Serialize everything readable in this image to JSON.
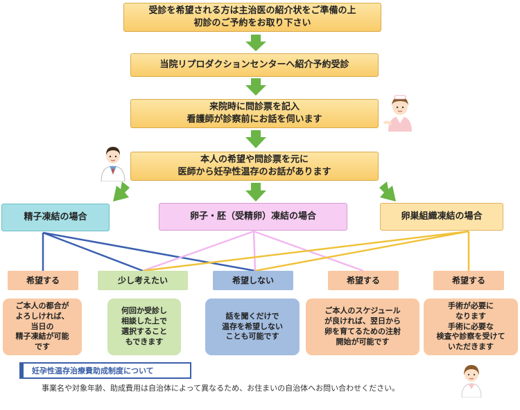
{
  "steps": [
    {
      "text": "受診を希望される方は主治医の紹介状をご準備の上\n初診のご予約をお取り下さい"
    },
    {
      "text": "当院リプロダクションセンターへ紹介予約受診"
    },
    {
      "text": "来院時に問診票を記入\n看護師が診察前にお話を伺います"
    },
    {
      "text": "本人の希望や問診票を元に\n医師から妊孕性温存のお話があります"
    }
  ],
  "categories": {
    "sperm": "精子凍結の場合",
    "egg": "卵子・胚（受精卵）凍結の場合",
    "ovary": "卵巣組織凍結の場合"
  },
  "options": [
    {
      "label": "希望する",
      "desc": "ご本人の都合が\nよろしければ、\n当日の\n精子凍結が可能\nです"
    },
    {
      "label": "少し考えたい",
      "desc": "何回か受診し\n相談した上で\n選択すること\nもできます"
    },
    {
      "label": "希望しない",
      "desc": "話を聞くだけで\n温存を希望しない\nことも可能です"
    },
    {
      "label": "希望する",
      "desc": "ご本人のスケジュール\nが良ければ、翌日から\n卵を育てるための注射\n開始が可能です"
    },
    {
      "label": "希望する",
      "desc": "手術が必要に\nなります\n手術に必要な\n検査や診察を受けて\nいただきます"
    }
  ],
  "subsidy": {
    "title": "妊孕性温存治療費助成制度について",
    "note": "事業名や対象年齢、助成費用は自治体によって異なるため、お住まいの自治体へお問い合わせください。"
  },
  "colors": {
    "arrow": "#6ab545",
    "sperm_line": "#3a5fb0",
    "egg_line": "#f2b8ef",
    "ovary_line": "#f0c23a"
  },
  "icons": [
    "nurse-icon",
    "doctor-icon",
    "nurse-icon"
  ]
}
